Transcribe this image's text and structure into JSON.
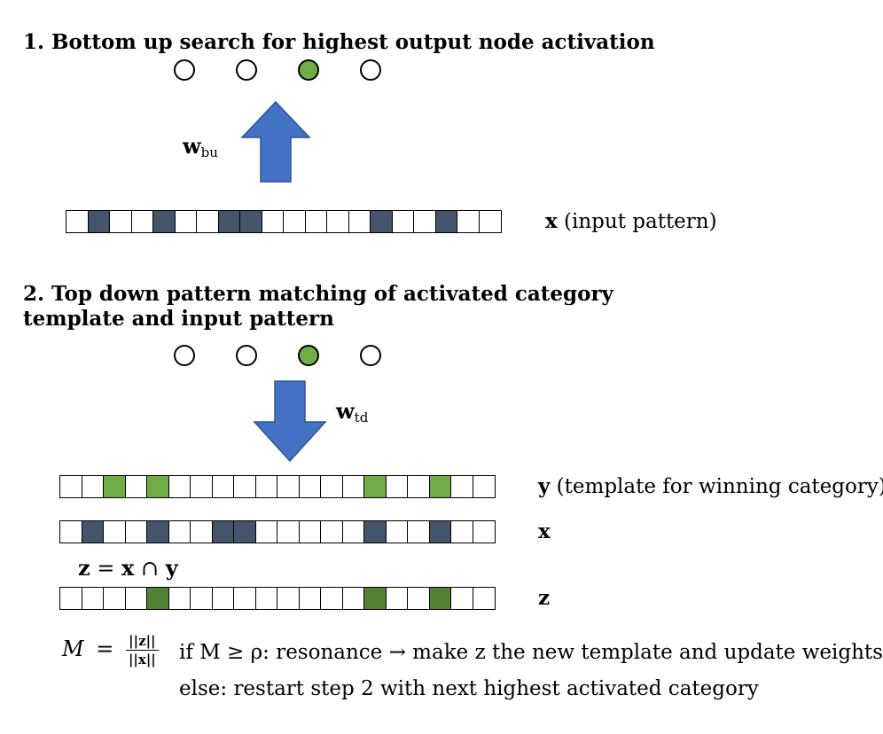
{
  "step1": {
    "title": "1. Bottom up search for highest output node activation",
    "weight_symbol": "w",
    "weight_sub": "bu",
    "input_label_bold": "x",
    "input_label_rest": " (input pattern)"
  },
  "step2": {
    "title_line1": "2. Top down pattern matching of activated category",
    "title_line2": "template and input pattern",
    "weight_symbol": "w",
    "weight_sub": "td",
    "y_label_bold": "y",
    "y_label_rest": " (template for winning category)",
    "x_label": "x",
    "z_label": "z",
    "z_eq_lhs": "z",
    "z_eq_mid": " = ",
    "z_eq_x": "x",
    "z_eq_cap": " ∩ ",
    "z_eq_y": "y"
  },
  "match": {
    "m_symbol": "M",
    "equals": "=",
    "numerator": "||z||",
    "denominator": "||x||",
    "rule1": "if M ≥ ρ:  resonance → make z the new template and update weights",
    "rule2": "else: restart step 2 with next highest activated category"
  },
  "nodes": {
    "count": 4,
    "winner_index": 2
  },
  "patterns": {
    "length": 20,
    "x_active": [
      1,
      4,
      7,
      8,
      14,
      17
    ],
    "y_active": [
      2,
      4,
      14,
      17
    ],
    "z_active": [
      4,
      14,
      17
    ]
  },
  "colors": {
    "x_cell": "#44546a",
    "y_cell": "#70ad47",
    "z_cell": "#548235",
    "node_active": "#70ad47",
    "arrow": "#4472c4",
    "arrow_border": "#2f528f"
  }
}
